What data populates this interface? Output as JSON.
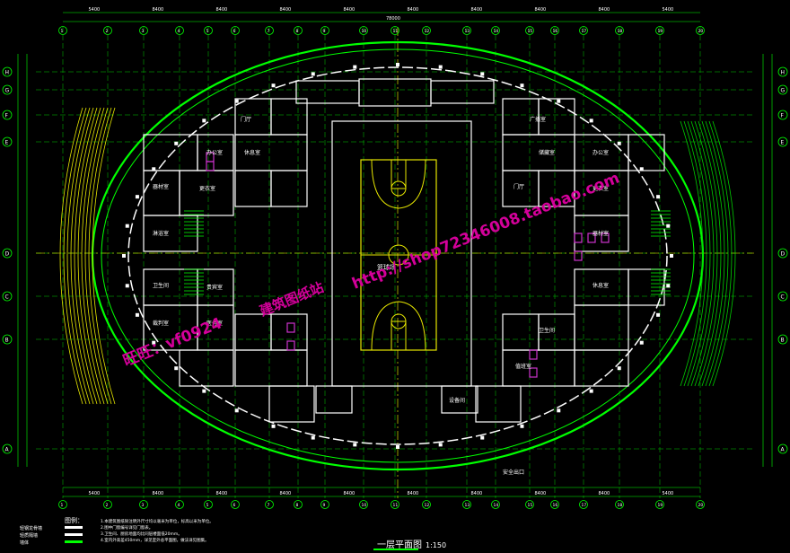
{
  "drawing": {
    "title": "一层平面图",
    "scale": "1:150",
    "watermark_left": "旺旺：vf0924",
    "watermark_mid": "建筑图纸站",
    "watermark_url": "http://shop72346008.taobao.com",
    "legend_title": "图例：",
    "legend_items": [
      "轻钢龙骨墙",
      "轻质隔墙",
      "墙体"
    ],
    "notes": [
      "1.本建筑图纸除注明外尺寸均以毫米为单位，标高以米为单位。",
      "2.图中门窗编号详见门窗表。",
      "3.卫生间、厨房地面均比同层楼面低20mm。",
      "4.室内外高差450mm，详见室外总平面图，做法详见图集。"
    ],
    "overall_dim": "78000",
    "row_axes": [
      "H",
      "G",
      "F",
      "E",
      "D",
      "C",
      "B",
      "A"
    ],
    "col_axes": [
      "1",
      "2",
      "3",
      "4",
      "5",
      "6",
      "7",
      "8",
      "9",
      "10",
      "11",
      "12",
      "13",
      "14",
      "15",
      "16",
      "17",
      "18",
      "19",
      "20"
    ],
    "top_dims": [
      "5400",
      "8400",
      "8400",
      "8400",
      "8400",
      "8400",
      "8400",
      "8400",
      "8400",
      "5400"
    ],
    "room_labels": [
      "门厅",
      "办公室",
      "休息室",
      "器材室",
      "更衣室",
      "淋浴室",
      "卫生间",
      "贵宾室",
      "裁判室",
      "医务室",
      "广播室",
      "储藏室",
      "门厅",
      "办公室",
      "更衣室",
      "器材室",
      "休息室",
      "卫生间",
      "值班室",
      "设备间"
    ],
    "court_label": "篮球场",
    "exit_label": "安全出口"
  }
}
